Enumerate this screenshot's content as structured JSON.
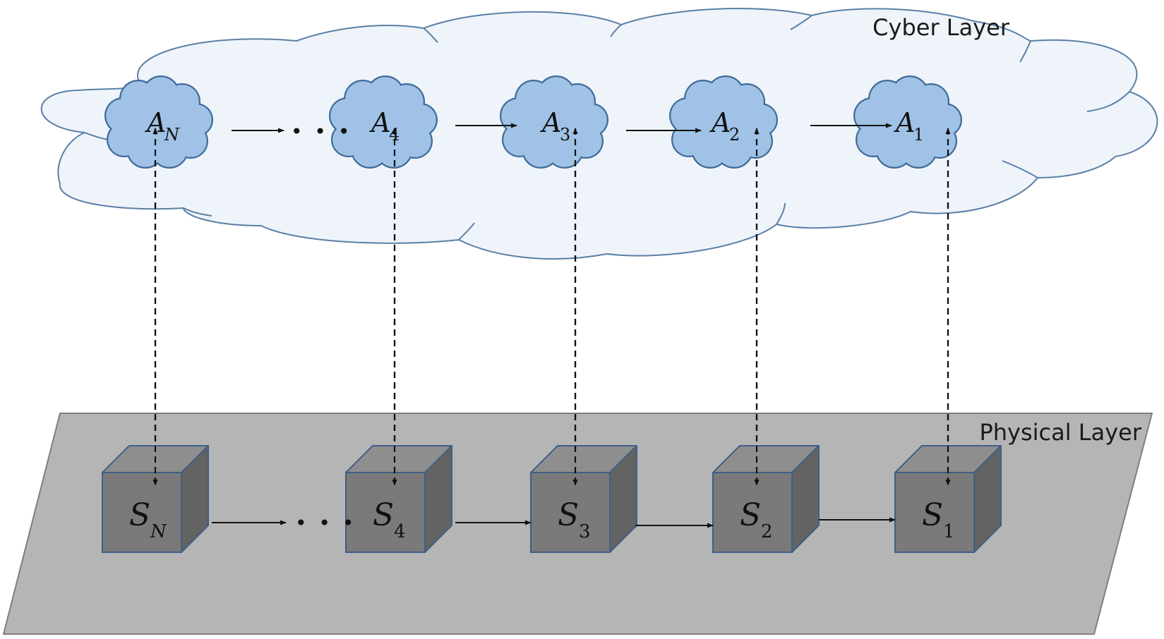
{
  "cyber_layer": {
    "label": "Cyber Layer"
  },
  "physical_layer": {
    "label": "Physical Layer"
  },
  "agents": [
    {
      "base": "A",
      "sub": "N"
    },
    {
      "base": "A",
      "sub": "4"
    },
    {
      "base": "A",
      "sub": "3"
    },
    {
      "base": "A",
      "sub": "2"
    },
    {
      "base": "A",
      "sub": "1"
    }
  ],
  "systems": [
    {
      "base": "S",
      "sub": "N"
    },
    {
      "base": "S",
      "sub": "4"
    },
    {
      "base": "S",
      "sub": "3"
    },
    {
      "base": "S",
      "sub": "2"
    },
    {
      "base": "S",
      "sub": "1"
    }
  ],
  "ellipsis": "• • •",
  "colors": {
    "big_cloud_fill": "#eef4fa",
    "big_cloud_stroke": "#5b7fa6",
    "agent_cloud_fill": "#9fc2e6",
    "agent_cloud_stroke": "#3f6a99",
    "plane_fill": "#b5b5b5",
    "plane_stroke": "#7f7f7f",
    "cube_front": "#7a7a7a",
    "cube_top": "#8e8e8e",
    "cube_side": "#636363",
    "cube_stroke": "#3e5f86"
  }
}
